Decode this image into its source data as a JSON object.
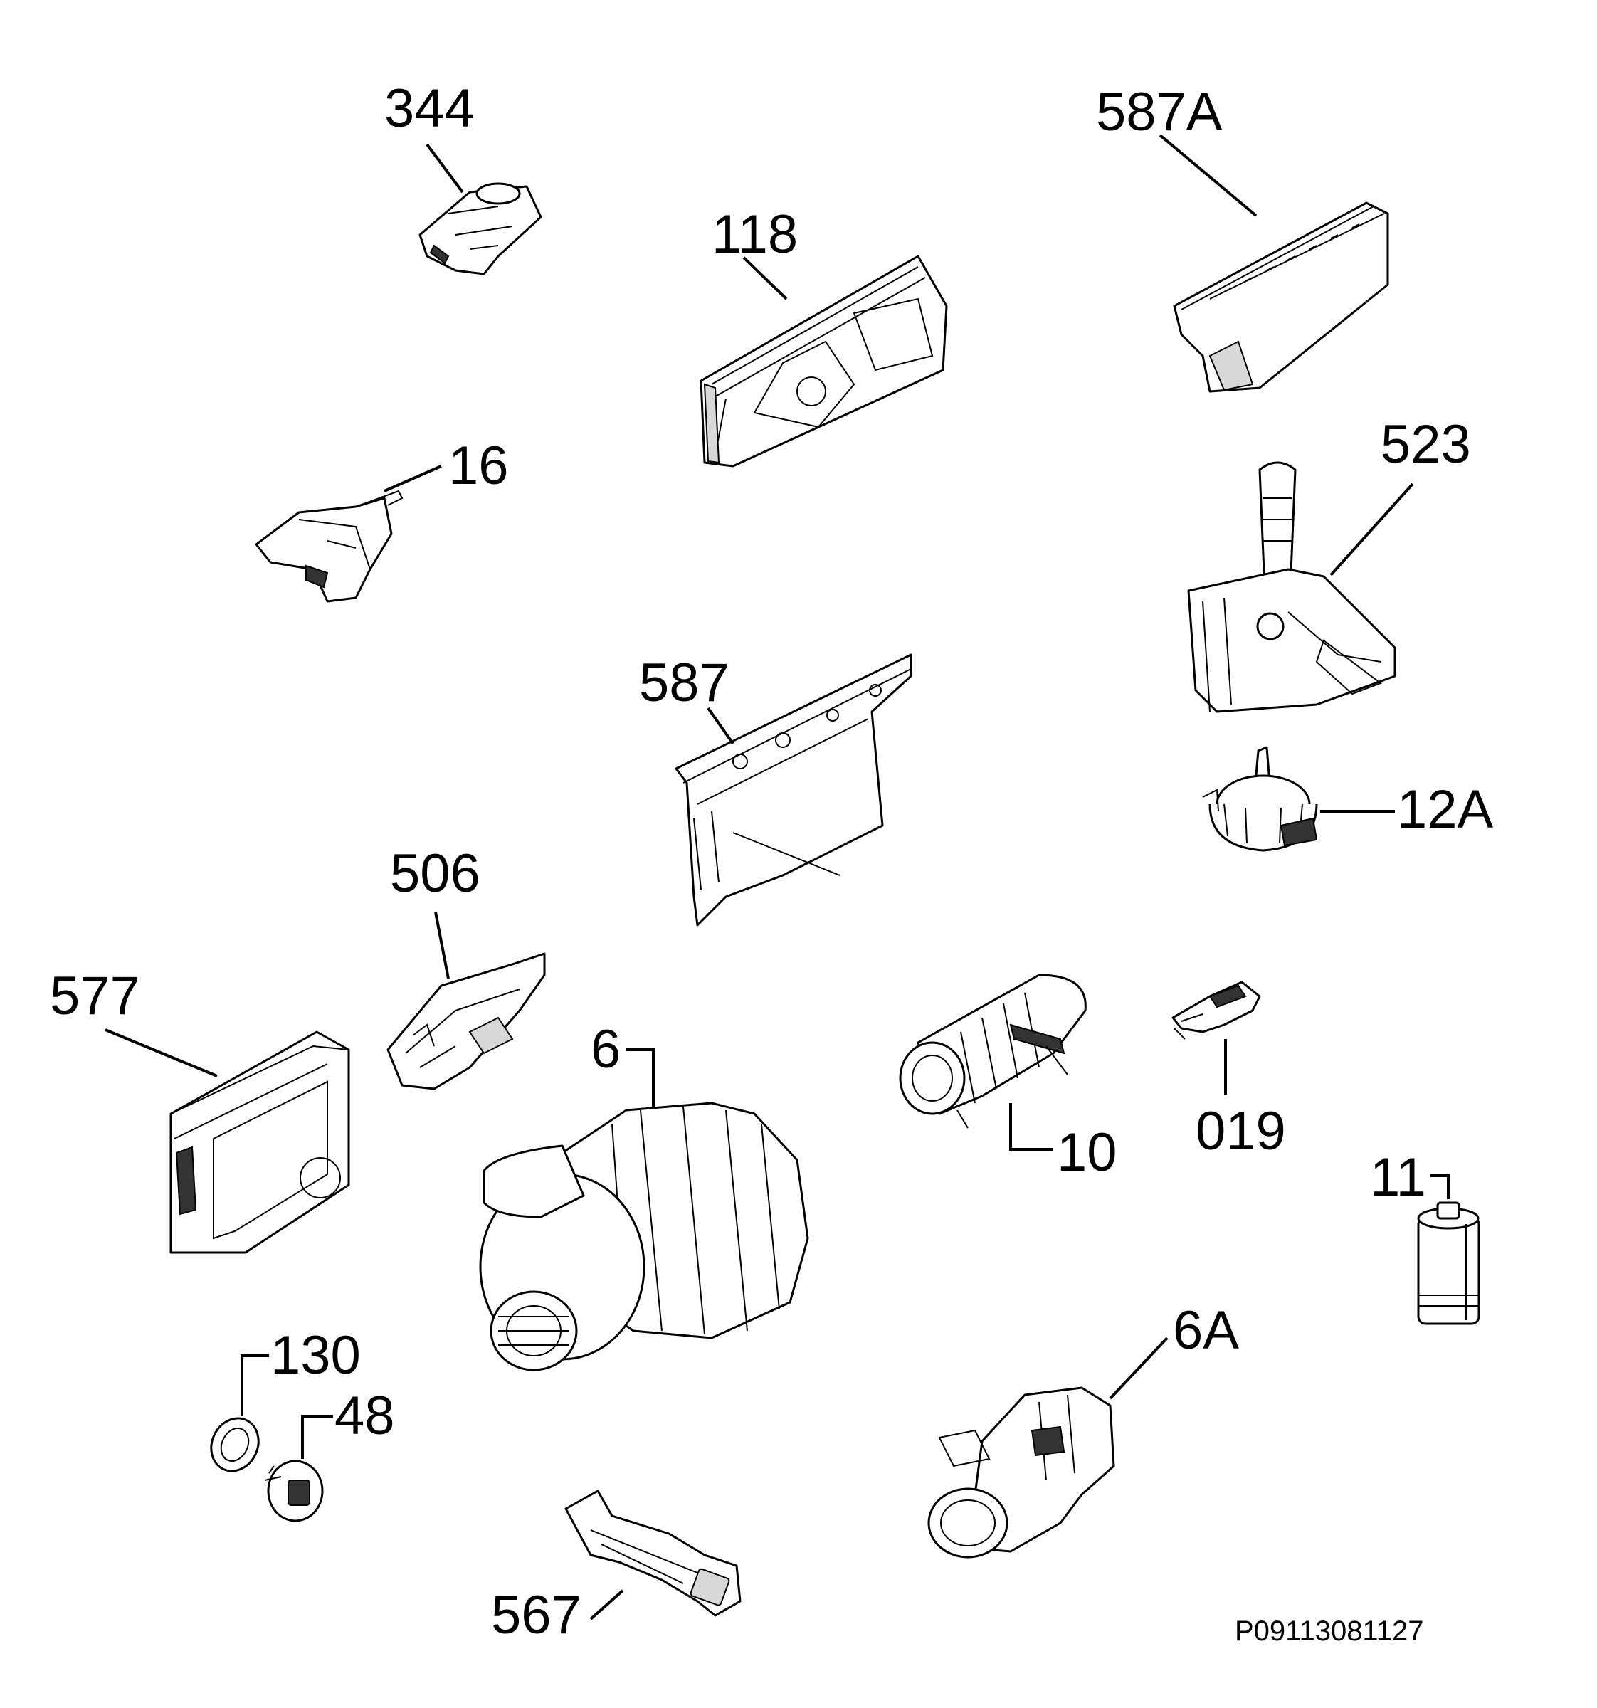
{
  "drawing_id": "P09113081127",
  "parts": [
    {
      "key": "p344",
      "label": "344",
      "icon": "latch-icon"
    },
    {
      "key": "p118",
      "label": "118",
      "icon": "control-panel-icon"
    },
    {
      "key": "p587A",
      "label": "587A",
      "icon": "electronic-module-icon"
    },
    {
      "key": "p16",
      "label": "16",
      "icon": "door-switch-icon"
    },
    {
      "key": "p523",
      "label": "523",
      "icon": "water-inlet-icon"
    },
    {
      "key": "p587",
      "label": "587",
      "icon": "module-bracket-icon"
    },
    {
      "key": "p12A",
      "label": "12A",
      "icon": "pressure-switch-icon"
    },
    {
      "key": "p506",
      "label": "506",
      "icon": "clip-holder-icon"
    },
    {
      "key": "p577",
      "label": "577",
      "icon": "housing-box-icon"
    },
    {
      "key": "p6",
      "label": "6",
      "icon": "circulation-pump-icon"
    },
    {
      "key": "p10",
      "label": "10",
      "icon": "heater-icon"
    },
    {
      "key": "p019",
      "label": "019",
      "icon": "connector-icon"
    },
    {
      "key": "p11",
      "label": "11",
      "icon": "capacitor-icon"
    },
    {
      "key": "p130",
      "label": "130",
      "icon": "seal-ring-icon"
    },
    {
      "key": "p48",
      "label": "48",
      "icon": "plug-icon"
    },
    {
      "key": "p6A",
      "label": "6A",
      "icon": "drain-pump-icon"
    },
    {
      "key": "p567",
      "label": "567",
      "icon": "hose-clamp-icon"
    }
  ]
}
